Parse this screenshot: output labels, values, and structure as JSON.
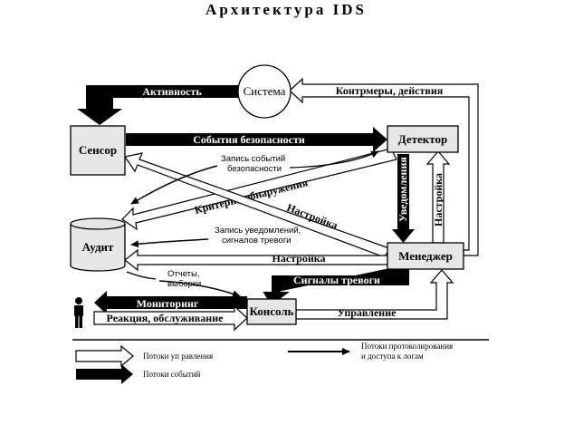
{
  "title": "Архитектура IDS",
  "nodes": {
    "system": "Система",
    "sensor": "Сенсор",
    "detector": "Детектор",
    "audit": "Аудит",
    "manager": "Менеджер",
    "console": "Консоль"
  },
  "flows": {
    "activity": "Активность",
    "countermeasures": "Контрмеры, действия",
    "security_events": "События безопасности",
    "detection_criteria": "Критерии обнаружения",
    "notifications": "Уведомления",
    "settings_detector": "Настройка",
    "settings_diag": "Настройка",
    "settings_audit": "Настройка",
    "alarm_signals": "Сигналы    тревоги",
    "monitoring": "Мониторинг",
    "reaction": "Реакция, обслуживание",
    "control": "Управление"
  },
  "annotations": {
    "event_log_1": "Запись событий",
    "event_log_2": "безопасности",
    "notif_log_1": "Запись уведомлений,",
    "notif_log_2": "сигналов тревоги",
    "reports_1": "Отчеты,",
    "reports_2": "выборки"
  },
  "legend": {
    "control_flows": "Потоки уп равления",
    "event_flows": "Потоки событий",
    "logging_flows_1": "Потоки протоколирования",
    "logging_flows_2": "и доступа к логам"
  },
  "colors": {
    "ink": "#000000",
    "node_fill": "#e6e6e6",
    "paper": "#ffffff"
  }
}
